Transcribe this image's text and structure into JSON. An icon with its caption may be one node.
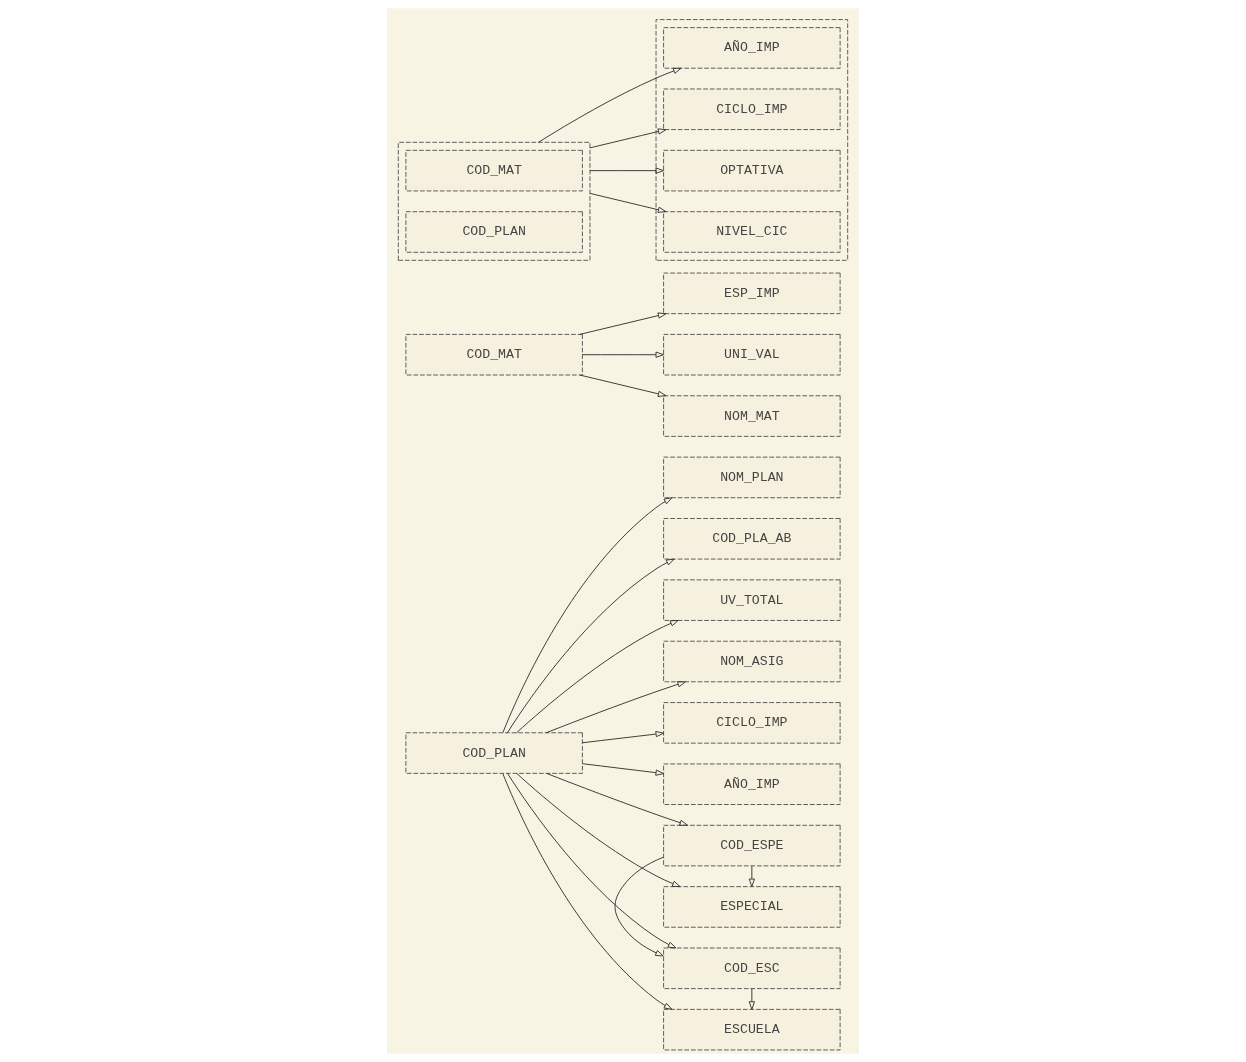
{
  "diagram": {
    "nodes": [
      {
        "text": [
          "NOM_PLAN"
        ]
      },
      {
        "text": [
          "COD_PLA_AB"
        ]
      },
      {
        "text": [
          "UV_TOTAL"
        ]
      },
      {
        "text": [
          "NOM_ASIG"
        ]
      },
      {
        "text": [
          "CICLO_IMP"
        ]
      },
      {
        "text": [
          "AÑO_IMP"
        ]
      },
      {
        "text": [
          "COD_ESPE"
        ]
      },
      {
        "text": [
          "ESPECIAL"
        ]
      },
      {
        "text": [
          "COD_ESC"
        ]
      },
      {
        "text": [
          "ESCUELA"
        ]
      },
      {
        "text": [
          "COD_PLAN"
        ]
      },
      {
        "text": [
          "COD_MAT"
        ]
      },
      {
        "text": [
          "ESP_IMP"
        ]
      },
      {
        "text": [
          "UNI_VAL"
        ]
      },
      {
        "text": [
          "NOM_MAT"
        ]
      },
      {
        "text": [],
        "shape": "box"
      },
      {
        "text": [
          "COD_MAT"
        ],
        "in": 15
      },
      {
        "text": [
          "COD_PLAN"
        ],
        "in": 15
      },
      {
        "text": [],
        "shape": "box"
      },
      {
        "text": [
          "AÑO_IMP"
        ],
        "in": 18
      },
      {
        "text": [
          "CICLO_IMP"
        ],
        "in": 18
      },
      {
        "text": [
          "OPTATIVA"
        ],
        "in": 18
      },
      {
        "text": [
          "NIVEL_CIC"
        ],
        "in": 18
      }
    ],
    "edges": [
      {
        "from": 10,
        "to": 0,
        "arrow": "to"
      },
      {
        "from": 10,
        "to": 1,
        "arrow": "to"
      },
      {
        "from": 10,
        "to": 2,
        "arrow": "to"
      },
      {
        "from": 10,
        "to": 3,
        "arrow": "to"
      },
      {
        "from": 10,
        "to": 4,
        "arrow": "to"
      },
      {
        "from": 10,
        "to": 5,
        "arrow": "to"
      },
      {
        "from": 10,
        "to": 6,
        "arrow": "to"
      },
      {
        "from": 10,
        "to": 7,
        "arrow": "to"
      },
      {
        "from": 10,
        "to": 8,
        "arrow": "to"
      },
      {
        "from": 10,
        "to": 9,
        "arrow": "to"
      },
      {
        "from": 6,
        "to": 7,
        "arrow": "to"
      },
      {
        "from": 6,
        "to": 8,
        "arrow": "to"
      },
      {
        "from": 8,
        "to": 9,
        "arrow": "to"
      },
      {
        "from": 11,
        "to": 12,
        "arrow": "to"
      },
      {
        "from": 11,
        "to": 13,
        "arrow": "to"
      },
      {
        "from": 11,
        "to": 14,
        "arrow": "to"
      },
      {
        "from": 15,
        "to": 19,
        "arrow": "to"
      },
      {
        "from": 15,
        "to": 20,
        "arrow": "to"
      },
      {
        "from": 15,
        "to": 21,
        "arrow": "to"
      },
      {
        "from": 15,
        "to": 22,
        "arrow": "to"
      }
    ]
  }
}
